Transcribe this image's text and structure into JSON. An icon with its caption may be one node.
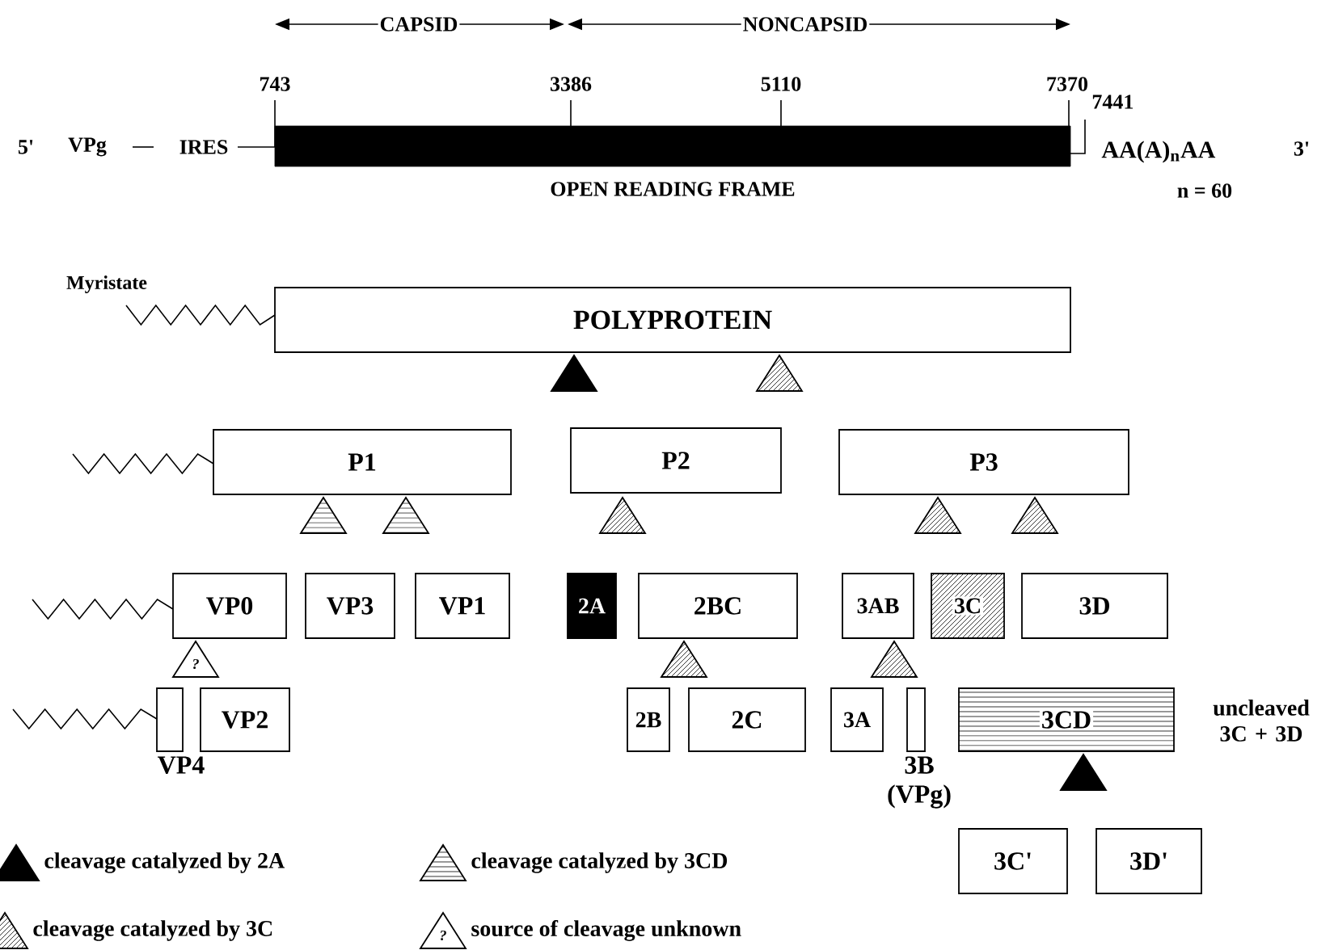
{
  "diagram": {
    "nodes": [
      {
        "text": [
          "OPEN READING FRAME"
        ]
      },
      {
        "text": [
          "POLYPROTEIN"
        ]
      },
      {
        "text": [
          "P1"
        ]
      },
      {
        "text": [
          "P2"
        ]
      },
      {
        "text": [
          "P3"
        ]
      },
      {
        "text": [
          "VP0"
        ]
      },
      {
        "text": [
          "VP3"
        ]
      },
      {
        "text": [
          "VP1"
        ]
      },
      {
        "text": [
          "2A"
        ]
      },
      {
        "text": [
          "2BC"
        ]
      },
      {
        "text": [
          "3AB"
        ]
      },
      {
        "text": [
          "3C"
        ]
      },
      {
        "text": [
          "3D"
        ]
      },
      {
        "text": [
          "VP4"
        ]
      },
      {
        "text": [
          "VP2"
        ]
      },
      {
        "text": [
          "2B"
        ]
      },
      {
        "text": [
          "2C"
        ]
      },
      {
        "text": [
          "3A"
        ]
      },
      {
        "text": [
          "3B (VPg)"
        ]
      },
      {
        "text": [
          "3CD"
        ],
        "beside": [
          "uncleaved 3C + 3D"
        ]
      },
      {
        "text": [
          "3C'"
        ]
      },
      {
        "text": [
          "3D'"
        ]
      }
    ],
    "labels": [
      "CAPSID",
      "NONCAPSID",
      "743",
      "3386",
      "5110",
      "7370",
      "7441",
      "5'",
      "VPg",
      "IRES",
      "AA(A)$_{n}$AA",
      "3'",
      "n = 60",
      "Myristate",
      "?",
      "?"
    ],
    "legend": [
      {
        "text": "cleavage catalyzed by 2A"
      },
      {
        "text": "cleavage catalyzed by 3CD"
      },
      {
        "text": "cleavage catalyzed by 3C"
      },
      {
        "text": "source of cleavage unknown"
      }
    ]
  }
}
